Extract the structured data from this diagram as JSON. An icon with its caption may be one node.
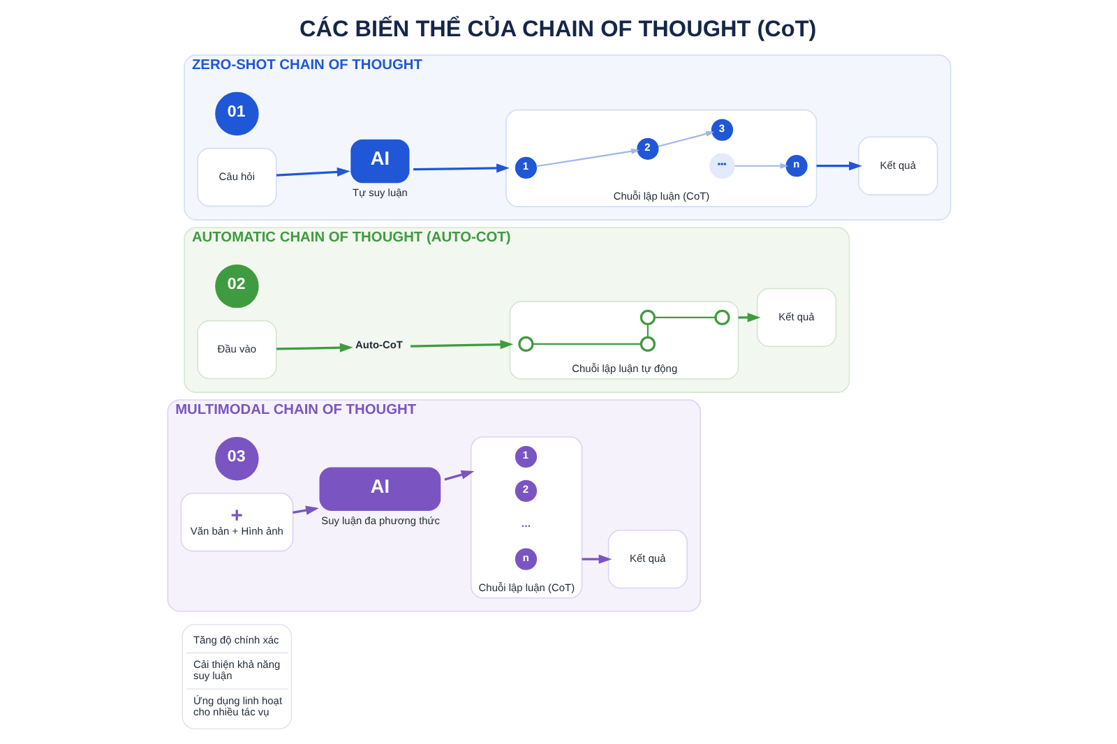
{
  "diagram": {
    "title": "CÁC BIẾN THỂ CỦA CHAIN OF THOUGHT (CoT)",
    "nodes": [
      {
        "text": [
          "ZERO-SHOT CHAIN OF THOUGHT"
        ]
      },
      {
        "text": [
          "01"
        ],
        "in": 0
      },
      {
        "text": [
          "Câu hỏi"
        ],
        "in": 0
      },
      {
        "text": [
          "AI",
          "Tự suy luận"
        ],
        "in": 0
      },
      {
        "text": [
          "Chuỗi lập luận (CoT)"
        ],
        "in": 0
      },
      {
        "text": [
          "1"
        ],
        "in": 4
      },
      {
        "text": [
          "2"
        ],
        "in": 4
      },
      {
        "text": [
          "3"
        ],
        "in": 4
      },
      {
        "text": [
          "•••"
        ],
        "in": 4
      },
      {
        "text": [
          "n"
        ],
        "in": 4
      },
      {
        "text": [
          "Kết quả"
        ],
        "in": 0
      },
      {
        "text": [
          "AUTOMATIC CHAIN OF THOUGHT (AUTO-COT)"
        ]
      },
      {
        "text": [
          "02"
        ],
        "in": 11
      },
      {
        "text": [
          "Đầu vào"
        ],
        "in": 11
      },
      {
        "text": [
          "Auto-CoT"
        ],
        "in": 11
      },
      {
        "text": [
          "Chuỗi lập luận tự động"
        ],
        "in": 11
      },
      {
        "text": [],
        "shape": "circle",
        "in": 15
      },
      {
        "text": [],
        "shape": "circle",
        "in": 15
      },
      {
        "text": [],
        "shape": "circle",
        "in": 15
      },
      {
        "text": [],
        "shape": "circle",
        "in": 15
      },
      {
        "text": [
          "Kết quả"
        ],
        "in": 11
      },
      {
        "text": [
          "MULTIMODAL CHAIN OF THOUGHT"
        ]
      },
      {
        "text": [
          "03"
        ],
        "in": 21
      },
      {
        "text": [
          "+",
          "Văn bản + Hình ảnh"
        ],
        "in": 21
      },
      {
        "text": [
          "AI",
          "Suy luận đa phương thức"
        ],
        "in": 21
      },
      {
        "text": [
          "Chuỗi lập luận (CoT)"
        ],
        "in": 21
      },
      {
        "text": [
          "1"
        ],
        "in": 25
      },
      {
        "text": [
          "2"
        ],
        "in": 25
      },
      {
        "text": [
          "..."
        ],
        "in": 25
      },
      {
        "text": [
          "n"
        ],
        "in": 25
      },
      {
        "text": [
          "Kết quả"
        ],
        "in": 21
      },
      {
        "text": [
          "Tăng độ chính xác",
          "Cải thiện khả năng suy luận",
          "Ứng dụng linh hoạt cho nhiều tác vụ"
        ]
      }
    ],
    "edges": [
      {
        "from": 2,
        "to": 3,
        "arrow": "to",
        "color": "#1f57d6"
      },
      {
        "from": 3,
        "to": 4,
        "arrow": "to",
        "color": "#1f57d6"
      },
      {
        "from": 5,
        "to": 6,
        "arrow": "to",
        "color": "#9fb6e6"
      },
      {
        "from": 6,
        "to": 7,
        "arrow": "to",
        "color": "#9fb6e6"
      },
      {
        "from": 8,
        "to": 9,
        "arrow": "to",
        "color": "#9fb6e6"
      },
      {
        "from": 4,
        "to": 10,
        "arrow": "to",
        "color": "#1f57d6"
      },
      {
        "from": 13,
        "to": 14,
        "arrow": "to",
        "color": "#3f9b3f"
      },
      {
        "from": 14,
        "to": 15,
        "arrow": "to",
        "color": "#3f9b3f"
      },
      {
        "from": 16,
        "to": 17,
        "arrow": "none",
        "color": "#3f9b3f"
      },
      {
        "from": 17,
        "to": 18,
        "arrow": "none",
        "color": "#3f9b3f"
      },
      {
        "from": 18,
        "to": 19,
        "arrow": "none",
        "color": "#3f9b3f"
      },
      {
        "from": 15,
        "to": 20,
        "arrow": "to",
        "color": "#3f9b3f"
      },
      {
        "from": 23,
        "to": 24,
        "arrow": "to",
        "color": "#7a55c2"
      },
      {
        "from": 24,
        "to": 25,
        "arrow": "to",
        "color": "#7a55c2"
      },
      {
        "from": 25,
        "to": 30,
        "arrow": "to",
        "color": "#7a55c2"
      }
    ]
  }
}
